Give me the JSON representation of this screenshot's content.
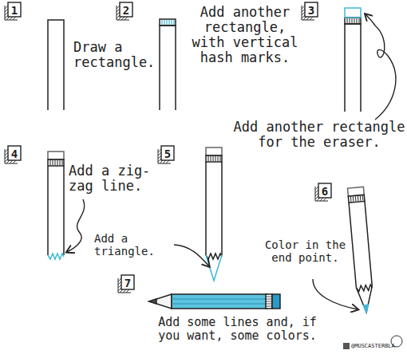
{
  "diagram": {
    "labels": [
      "1",
      "Draw a rectangle.",
      "2",
      "Add another rectangle, with vertical hash marks.",
      "3",
      "Add another rectangle for the eraser.",
      "4",
      "Add a zig-zag line.",
      "5",
      "Add a triangle.",
      "6",
      "Color in the end point.",
      "7",
      "Add some lines and, if you want, some colors.",
      "@MUSCASTERBLA"
    ]
  }
}
